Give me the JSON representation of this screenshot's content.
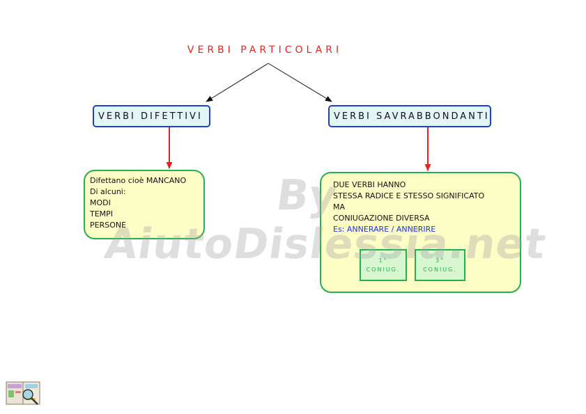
{
  "root": {
    "label": "VERBI PARTICOLARI"
  },
  "difettivi": {
    "head_prefix": "VERBI ",
    "head_word": "DIFETTIVI",
    "lines": [
      "Difettano cioè MANCANO",
      "Di alcuni:",
      "MODI",
      "TEMPI",
      "PERSONE"
    ]
  },
  "sovrabbondanti": {
    "head_prefix": "VERBI ",
    "head_word": "SAVRABBONDANTI",
    "lines": [
      "DUE VERBI HANNO",
      "STESSA RADICE E STESSO SIGNIFICATO",
      "MA",
      "CONIUGAZIONE DIVERSA"
    ],
    "example_prefix": "Es: ",
    "example_word1": "ANNERARE",
    "example_sep": " / ",
    "example_word2": "ANNERIRE"
  },
  "conjugations": [
    {
      "num": "1°",
      "label": "CONIUG."
    },
    {
      "num": "3°",
      "label": "CONIUG."
    }
  ],
  "watermark": "By AiutoDislessia.net",
  "colors": {
    "title": "#e8221b",
    "head_border": "#1f3fd0",
    "head_fill": "#e3f6f7",
    "content_border": "#22b14c",
    "content_fill": "#fdfdc6",
    "arrow_red": "#e8221b",
    "example_blue": "#1f34d6"
  }
}
